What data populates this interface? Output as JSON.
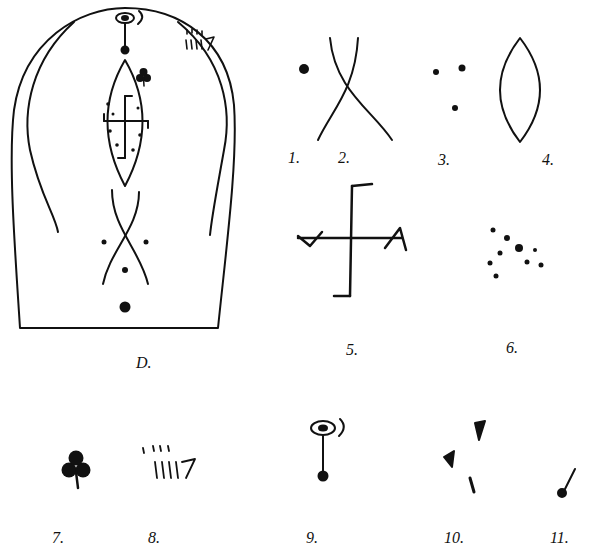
{
  "diagram": {
    "labels": [
      "D.",
      "1.",
      "2.",
      "3.",
      "4.",
      "5.",
      "6.",
      "7.",
      "8.",
      "9.",
      "10.",
      "11."
    ]
  }
}
